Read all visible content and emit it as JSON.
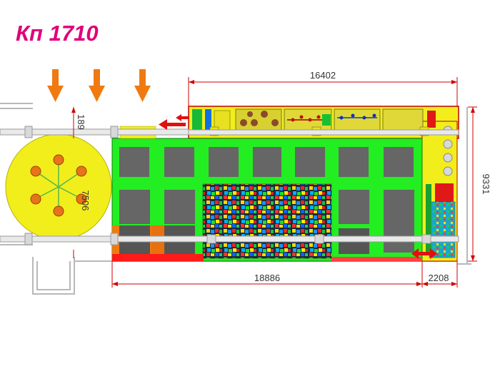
{
  "title": "Кп 1710",
  "dimensions": {
    "top_width": "16402",
    "right_height": "9331",
    "bottom_main_width": "18886",
    "bottom_side_width": "2208",
    "left_gap": "189",
    "round_diameter": "7506"
  },
  "colors": {
    "title": "#e0007a",
    "dimension_line": "#d10000",
    "floor": "#22ee22",
    "yellow": "#f2ee1c",
    "trampoline": "#666666",
    "orange_arrow": "#f07a10",
    "red_strip": "#ff1a1a"
  },
  "icons": {
    "entry_arrow": "arrow-down-icon",
    "flow_arrow": "arrow-left-icon",
    "swing_seat": "ball-seat-icon"
  }
}
